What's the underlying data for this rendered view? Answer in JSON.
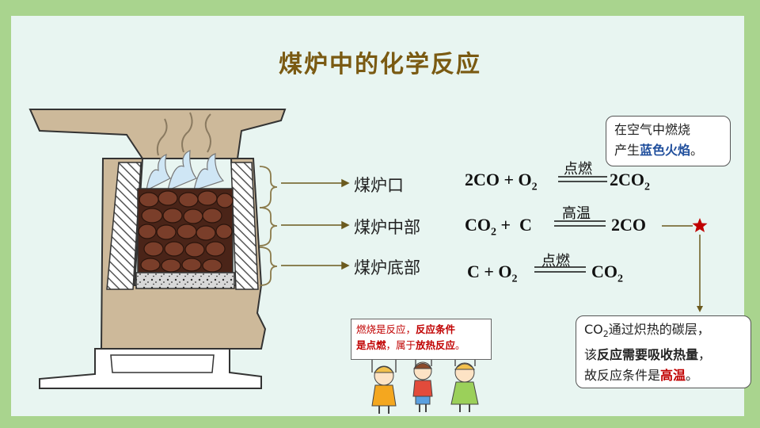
{
  "title": "煤炉中的化学反应",
  "labels": {
    "mouth": "煤炉口",
    "middle": "煤炉中部",
    "bottom": "煤炉底部"
  },
  "equations": {
    "eq1": {
      "lhs": "2CO + O",
      "lhs_sub": "2",
      "condition": "点燃",
      "rhs": "2CO",
      "rhs_sub": "2"
    },
    "eq2": {
      "lhs_a": "CO",
      "lhs_sub": "2",
      "lhs_b": " +  C",
      "condition": "高温",
      "rhs": "2CO"
    },
    "eq3": {
      "lhs": "C + O",
      "lhs_sub": "2",
      "condition": "点燃",
      "rhs": "CO",
      "rhs_sub": "2"
    }
  },
  "bubble_top": {
    "line1": "在空气中燃烧",
    "line2_a": "产生",
    "line2_b": "蓝色火焰",
    "line2_c": "。"
  },
  "bubble_bottom": {
    "line1_a": "CO",
    "line1_sub": "2",
    "line1_b": "通过炽热的碳层，",
    "line2_a": "该",
    "line2_b": "反应需要吸收热量",
    "line2_c": "，",
    "line3_a": "故反应条件是",
    "line3_b": "高温",
    "line3_c": "。"
  },
  "sign": {
    "line1_a": "燃烧是反应，",
    "line1_b": "反应条件",
    "line2_a": "是点燃",
    "line2_b": "，属于",
    "line2_c": "放热反应",
    "line2_d": "。"
  },
  "colors": {
    "title": "#7a5a12",
    "arrow": "#6b5a1e",
    "star": "#c00000",
    "blue": "#1f4e9c",
    "red": "#c00000"
  }
}
